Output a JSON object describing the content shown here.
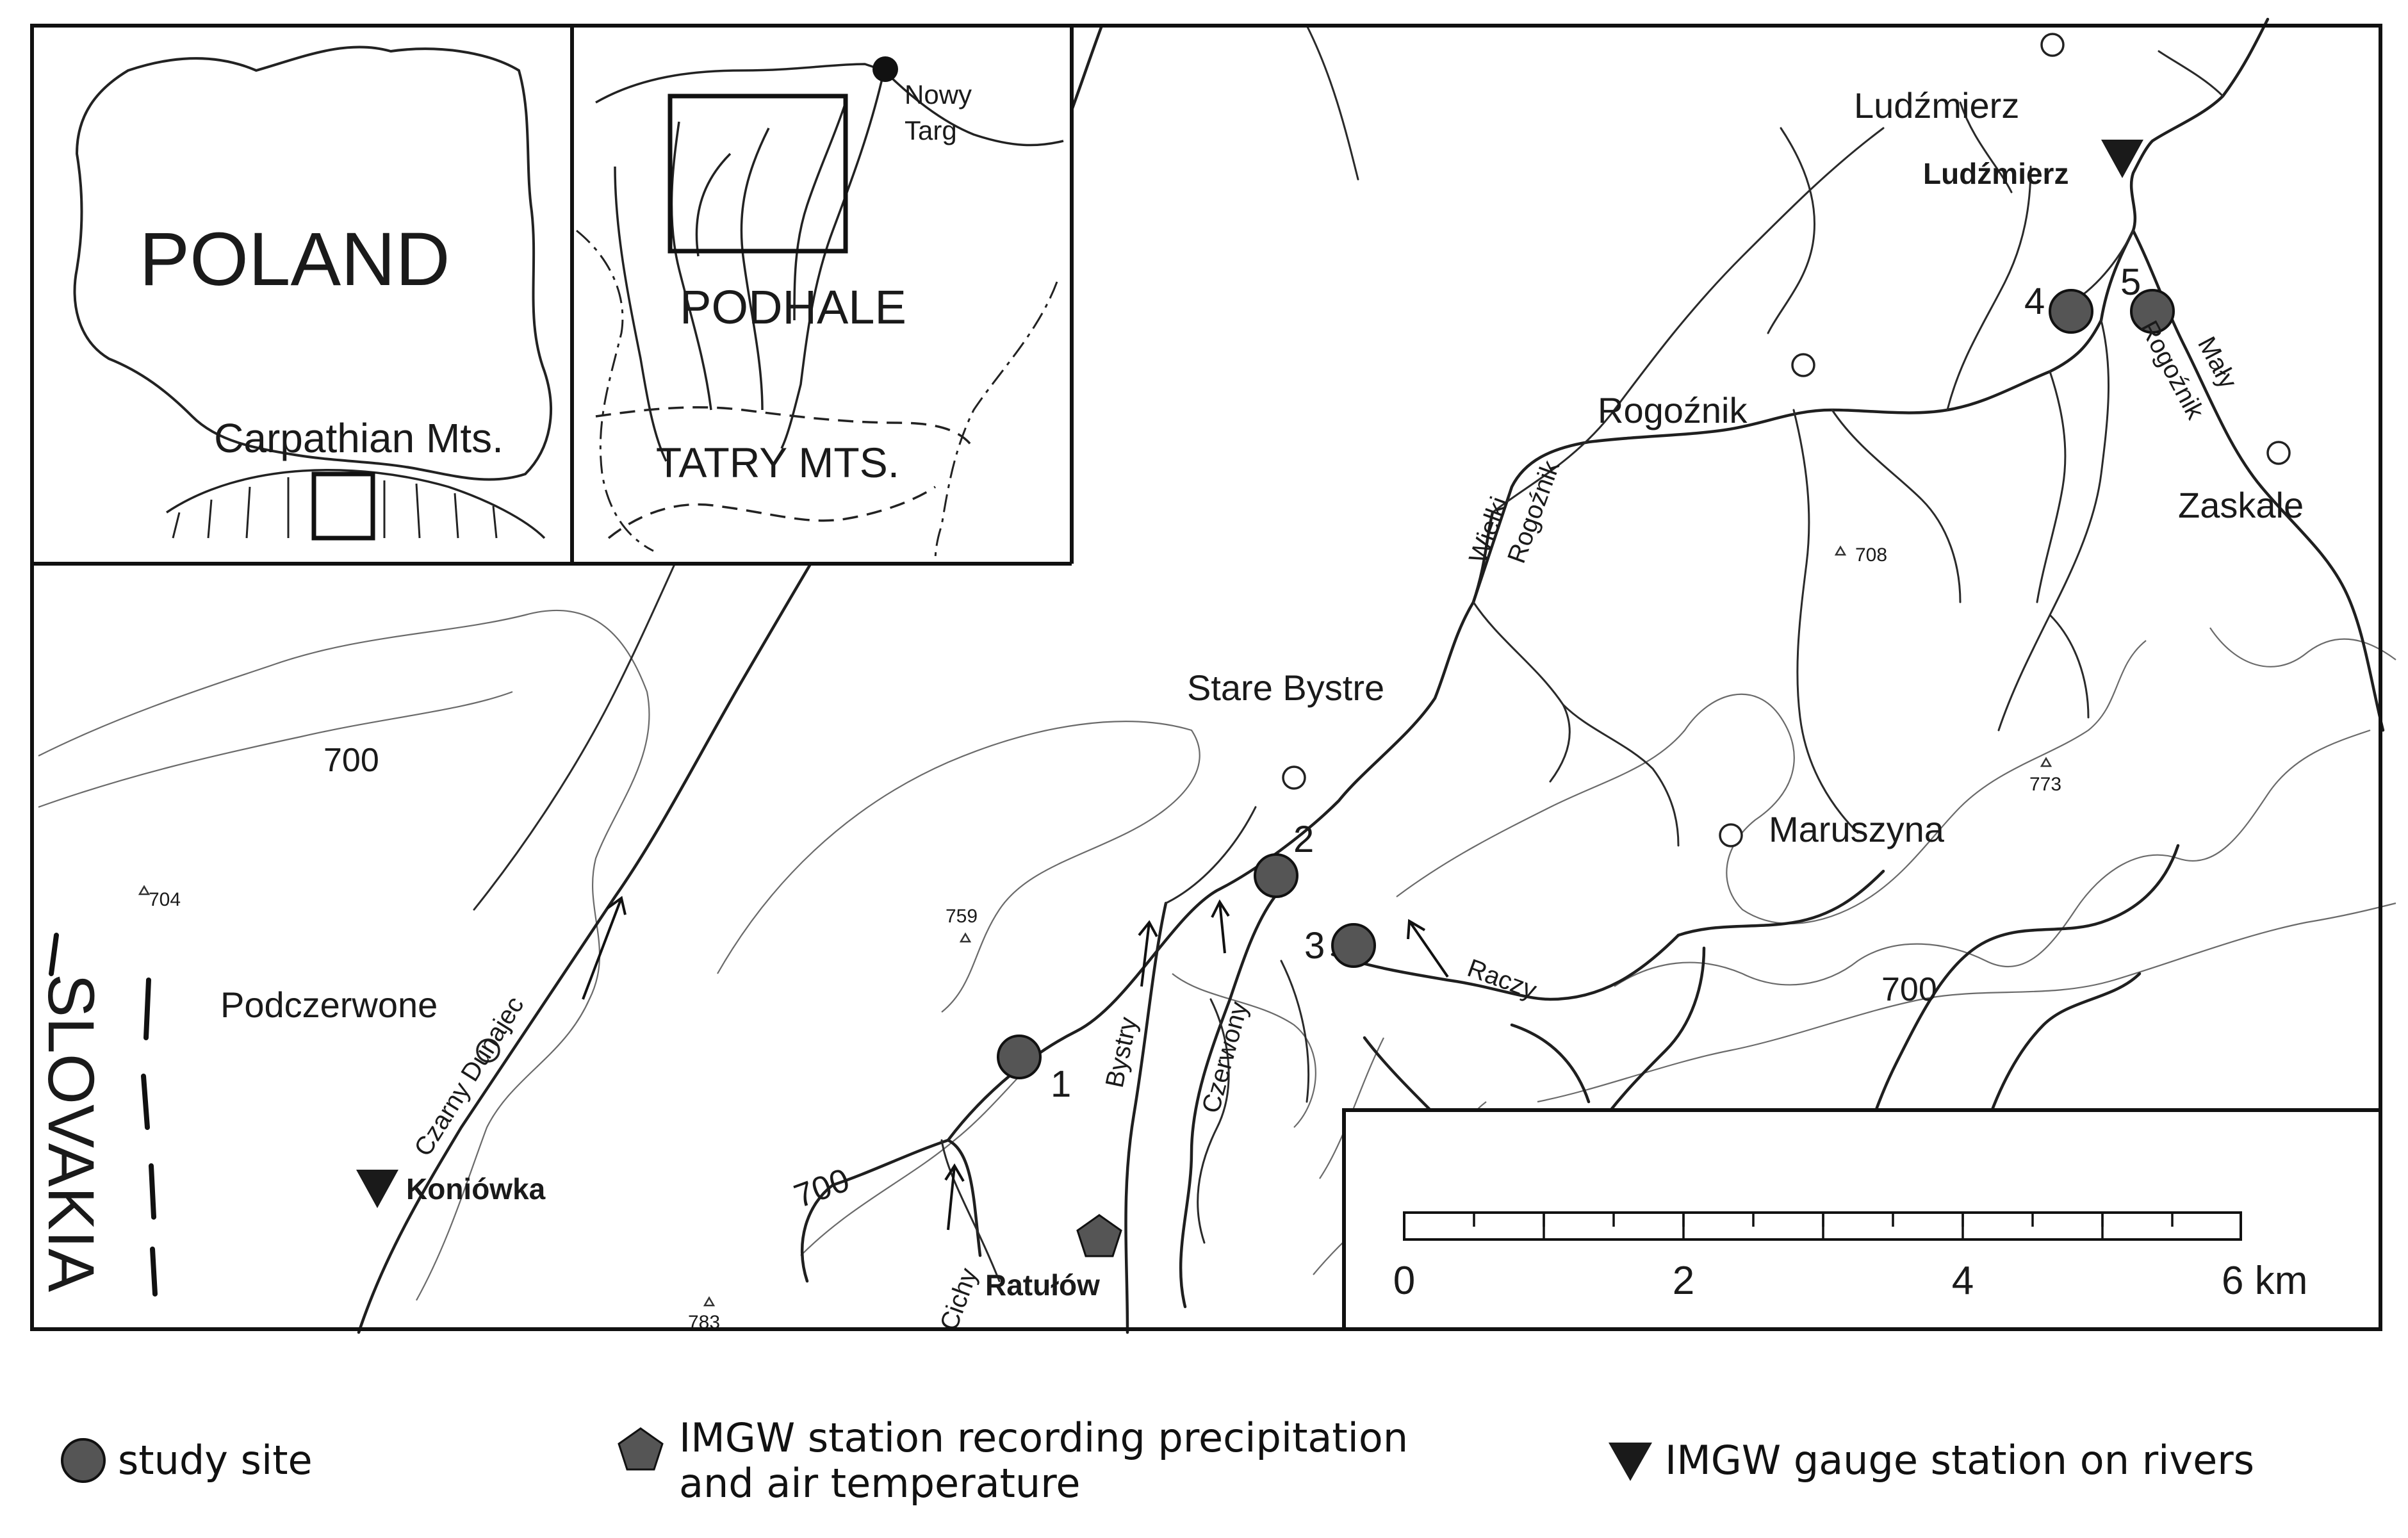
{
  "inset_poland": {
    "country_label": "POLAND",
    "mountains_label": "Carpathian Mts."
  },
  "inset_podhale": {
    "region_label": "PODHALE",
    "mountains_label": "TATRY MTS.",
    "town_label_line1": "Nowy",
    "town_label_line2": "Targ"
  },
  "places": {
    "ludzmierz_town": "Ludźmierz",
    "ludzmierz_gauge": "Ludźmierz",
    "rogoznik": "Rogoźnik",
    "zaskale": "Zaskale",
    "stare_bystre": "Stare Bystre",
    "maruszyna": "Maruszyna",
    "podczerwone": "Podczerwone",
    "koniowka": "Koniówka",
    "ratulow": "Ratułów",
    "slovakia": "SLOVAKIA"
  },
  "rivers": {
    "wielki_1": "Wielki",
    "wielki_2": "Rogoźnik",
    "maly_1": "Mały",
    "maly_2": "Rogoźnik",
    "czarny_dunajec": "Czarny Dunajec",
    "bystry": "Bystry",
    "czerwony": "Czerwony",
    "raczy": "Raczy",
    "cichy": "Cichy"
  },
  "elevations": {
    "contour_700_a": "700",
    "contour_700_b": "700",
    "contour_700_c": "700",
    "peak_704": "704",
    "peak_759": "759",
    "peak_708": "708",
    "peak_773": "773",
    "peak_783": "783"
  },
  "study_sites": [
    "1",
    "2",
    "3",
    "4",
    "5"
  ],
  "scale_bar": {
    "tick_0": "0",
    "tick_2": "2",
    "tick_4": "4",
    "tick_6": "6 km"
  },
  "legend": {
    "study_site": "study site",
    "precip_station_line1": "IMGW station recording precipitation",
    "precip_station_line2": "and air temperature",
    "gauge_station": "IMGW gauge station on rivers"
  },
  "colors": {
    "study_site_fill": "#555555",
    "station_fill": "#555555",
    "gauge_fill": "#1a1a1a",
    "line": "#1f1f1f",
    "contour": "#6a6a6a"
  }
}
